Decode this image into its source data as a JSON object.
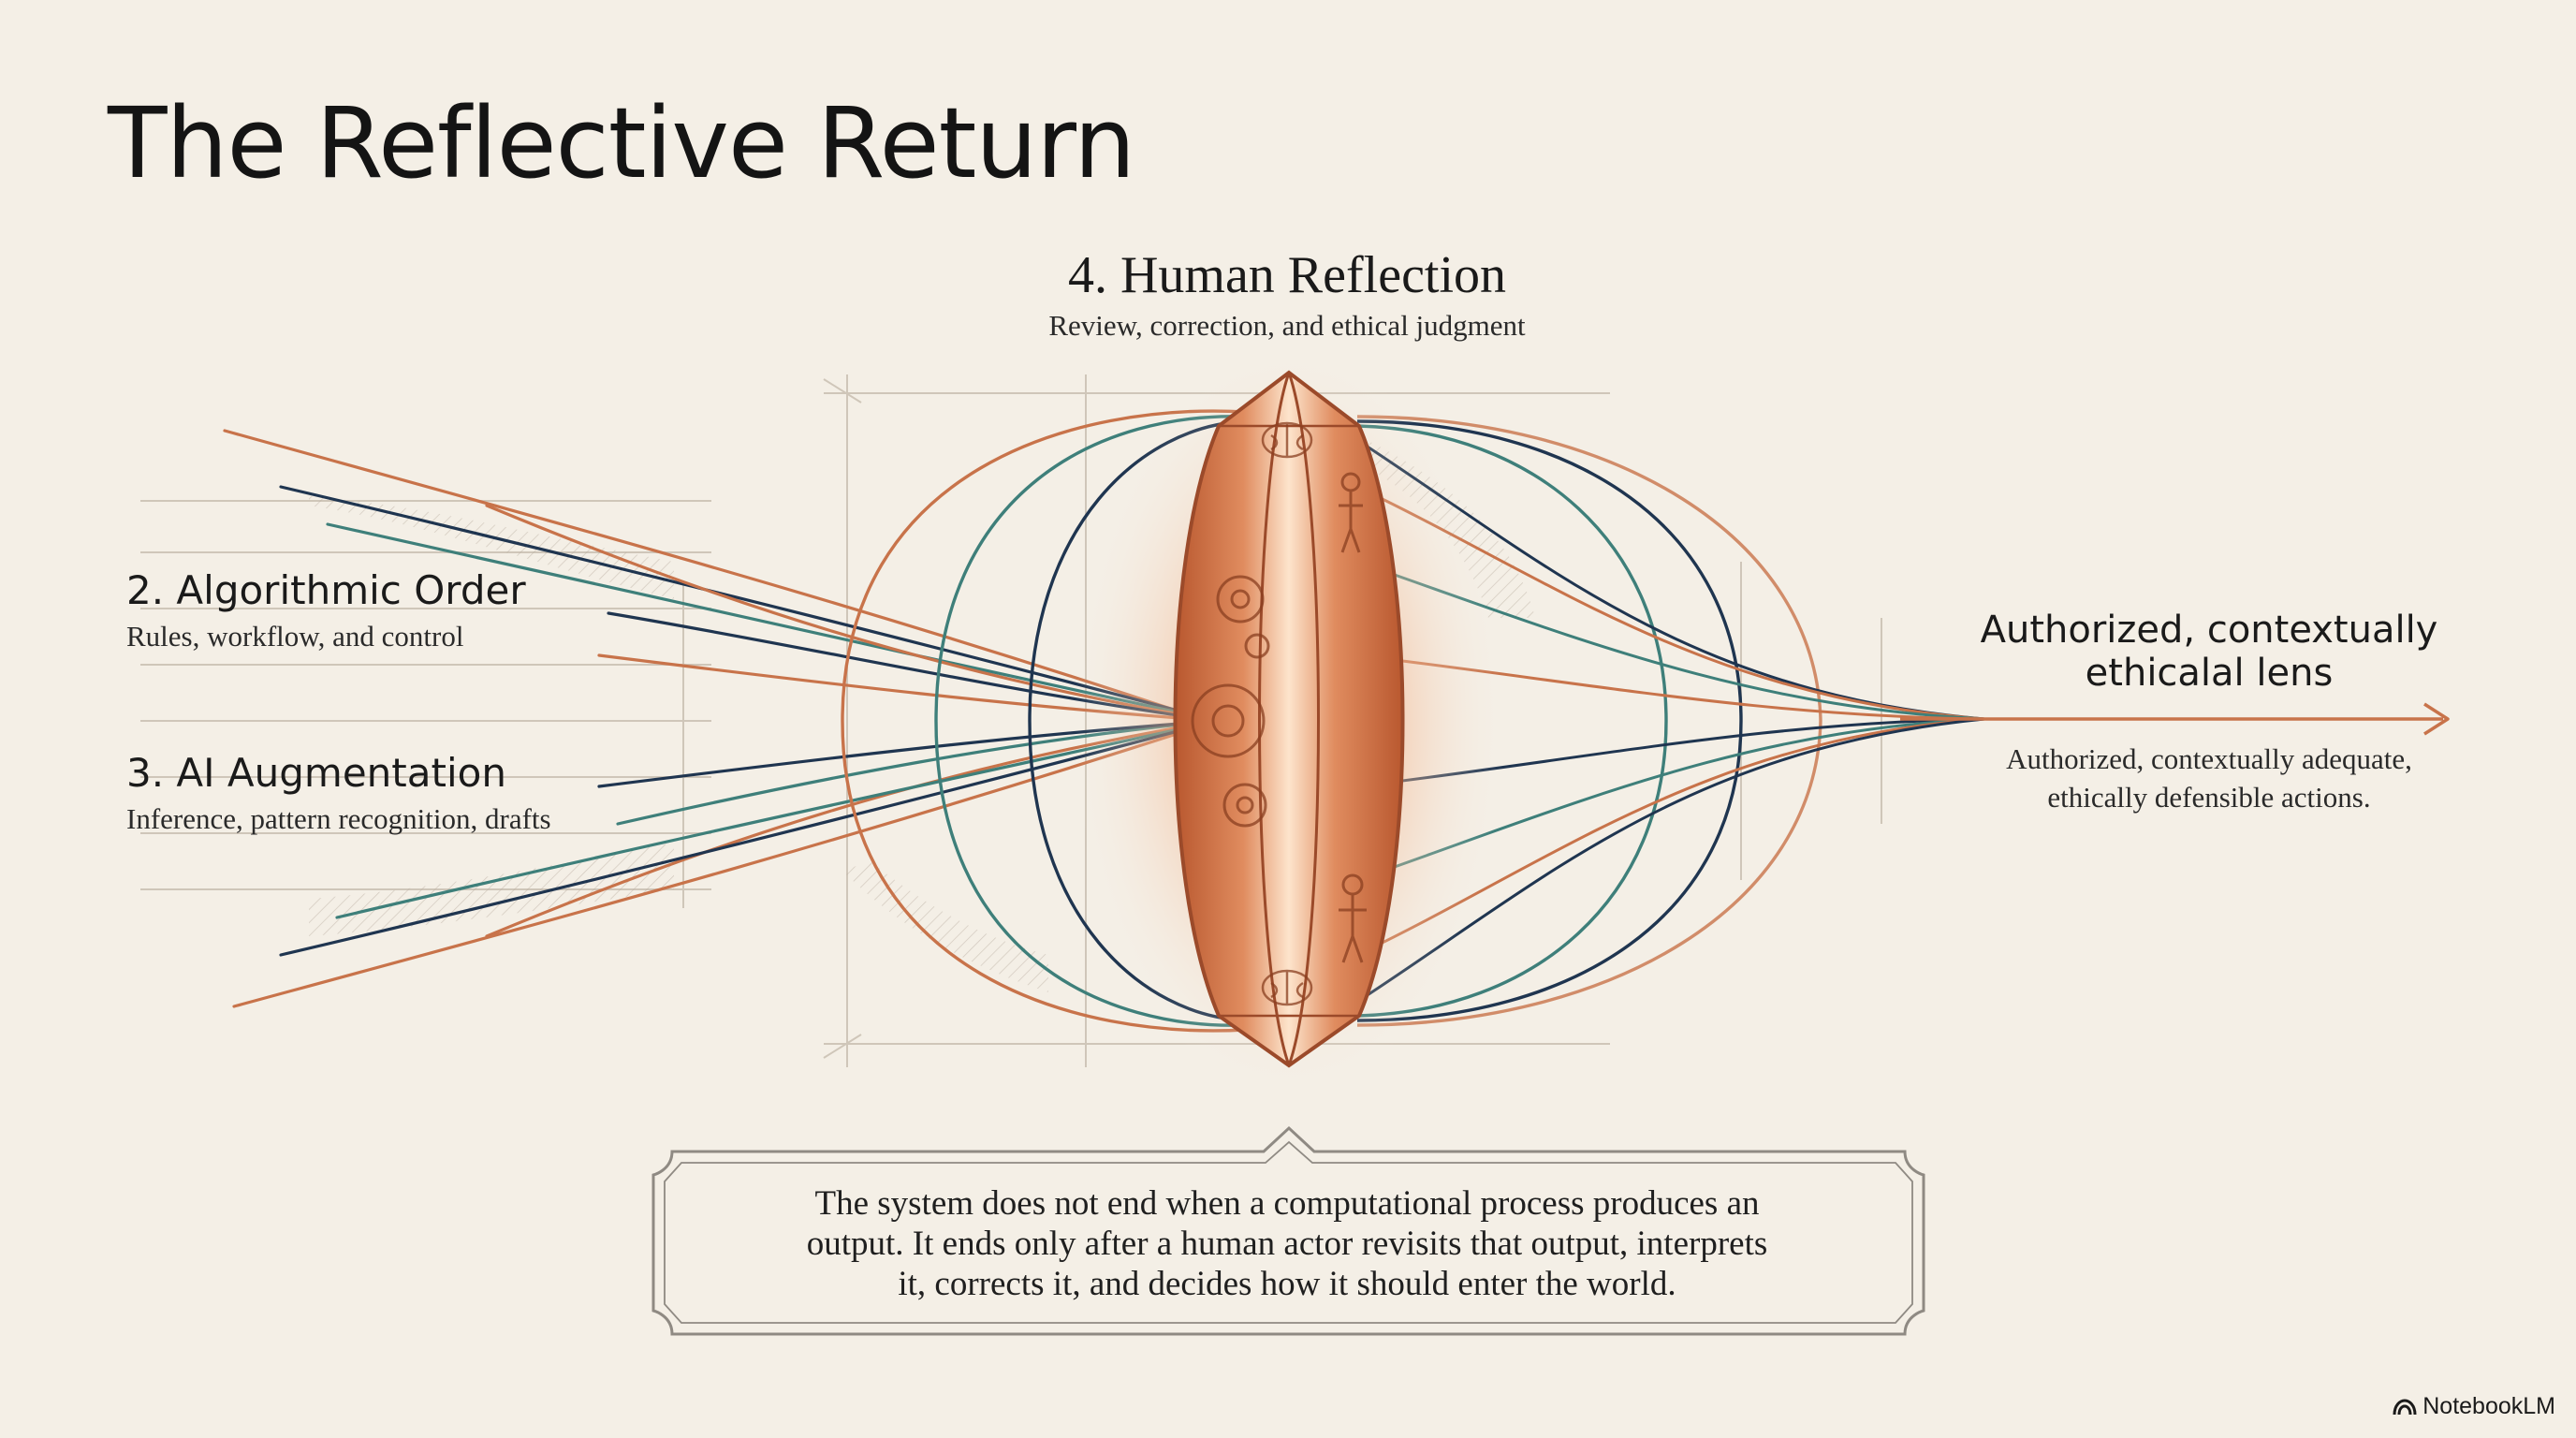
{
  "title": "The Reflective Return",
  "stages": {
    "human_reflection": {
      "label": "4. Human Reflection",
      "description": "Review, correction, and ethical judgment"
    },
    "algorithmic_order": {
      "label": "2. Algorithmic Order",
      "description": "Rules, workflow, and control"
    },
    "ai_augmentation": {
      "label": "3. AI Augmentation",
      "description": "Inference, pattern recognition, drafts"
    },
    "output": {
      "label_line1": "Authorized, contextually",
      "label_line2": "ethicalal lens",
      "description_line1": "Authorized, contextually adequate,",
      "description_line2": "ethically defensible actions."
    }
  },
  "caption": {
    "line1": "The system does not end when a computational process produces an",
    "line2": "output. It ends only after a human actor revisits that output, interprets",
    "line3": "it, corrects it, and decides how it should enter the world."
  },
  "brand": "NotebookLM",
  "colors": {
    "background": "#f4efe6",
    "copper": "#c8734a",
    "navy": "#1f3550",
    "teal": "#3e7f7a",
    "lens_glow": "#f0a070"
  }
}
